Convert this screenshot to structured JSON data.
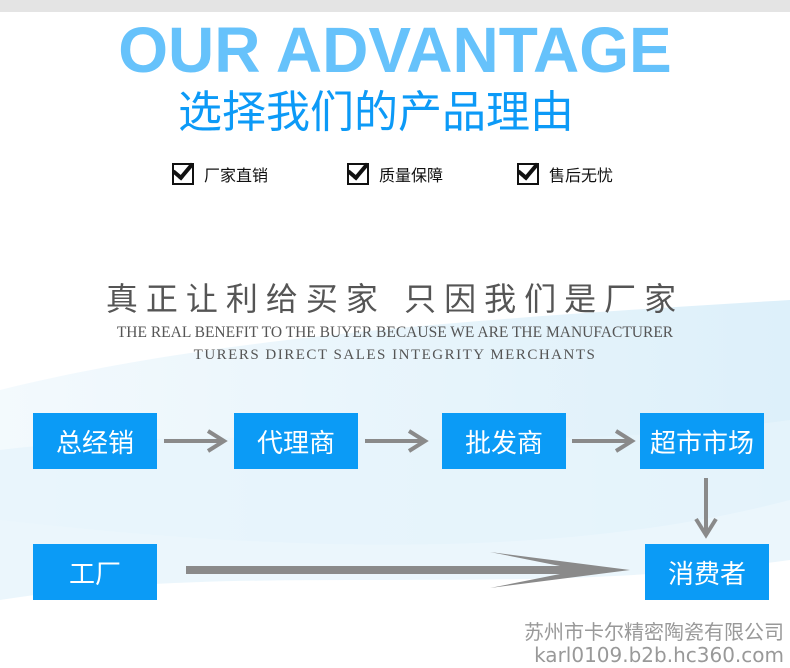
{
  "header": {
    "title_en": "OUR ADVANTAGE",
    "title_cn": "选择我们的产品理由"
  },
  "features": [
    {
      "label": "厂家直销",
      "icon": "checkbox-icon"
    },
    {
      "label": "质量保障",
      "icon": "checkbox-icon"
    },
    {
      "label": "售后无忧",
      "icon": "checkbox-icon"
    }
  ],
  "slogan": {
    "cn": "真正让利给买家 只因我们是厂家",
    "en1": "THE REAL BENEFIT TO THE BUYER BECAUSE WE ARE THE MANUFACTURER",
    "en2": "TURERS DIRECT SALES INTEGRITY MERCHANTS"
  },
  "flow": {
    "traditional": [
      "总经销",
      "代理商",
      "批发商",
      "超市市场"
    ],
    "factory": "工厂",
    "consumer": "消费者"
  },
  "footer": {
    "company": "苏州市卡尔精密陶瓷有限公司",
    "url": "karl0109.b2b.hc360.com"
  },
  "colors": {
    "accent": "#0b9bf6",
    "title_en": "#66c2fb"
  }
}
